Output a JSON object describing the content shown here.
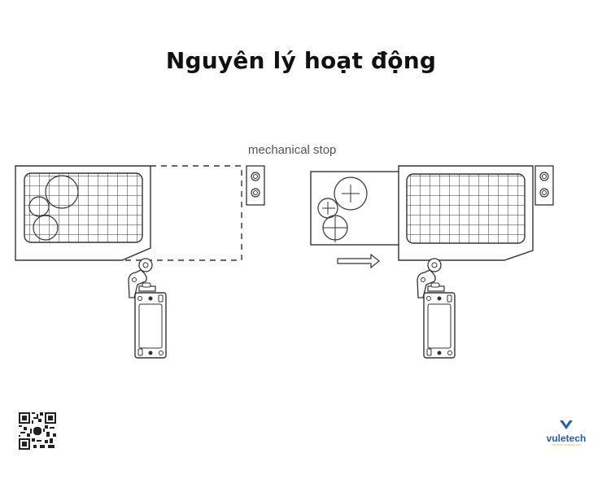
{
  "title": "Nguyên lý hoạt động",
  "diagram": {
    "label_mechanical_stop": "mechanical stop",
    "left_panel": {
      "state": "before",
      "description": "Machine guard at rest position against limit switch roller; dashed outline shows travel to mechanical stop"
    },
    "right_panel": {
      "state": "after",
      "description": "Guard moved right to mechanical stop; gears exposed; arrow indicates direction of motion"
    },
    "arrow_direction": "right",
    "colors": {
      "line": "#333333",
      "label": "#555555"
    }
  },
  "footer": {
    "qr_code": "qr-code",
    "brand": {
      "name": "vuletech",
      "tagline": "GIẢI PHÁP TỰ ĐỘNG HÓA",
      "color": "#1f5fb8",
      "accent": "#f0a020"
    }
  }
}
